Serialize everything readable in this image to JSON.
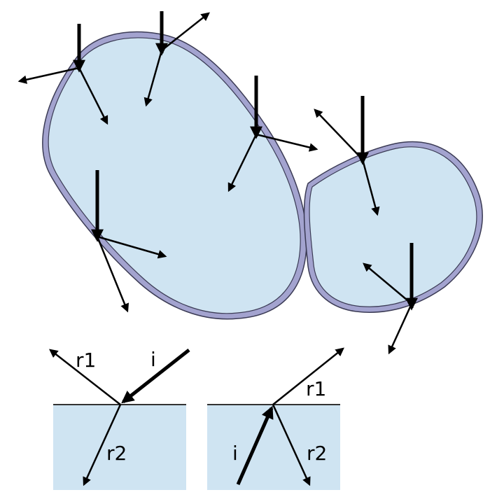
{
  "colors": {
    "cell_fill": "#cfe4f2",
    "cell_wall": "#9a9ac6",
    "outline": "#3b3b55",
    "arrow": "#000000",
    "medium_fill": "#cfe4f2",
    "surface_line": "#333333"
  },
  "panels": {
    "left": {
      "incident_label": "i",
      "reflected_label": "r1",
      "refracted_label": "r2"
    },
    "right": {
      "incident_label": "i",
      "reflected_label": "r1",
      "refracted_label": "r2"
    }
  }
}
